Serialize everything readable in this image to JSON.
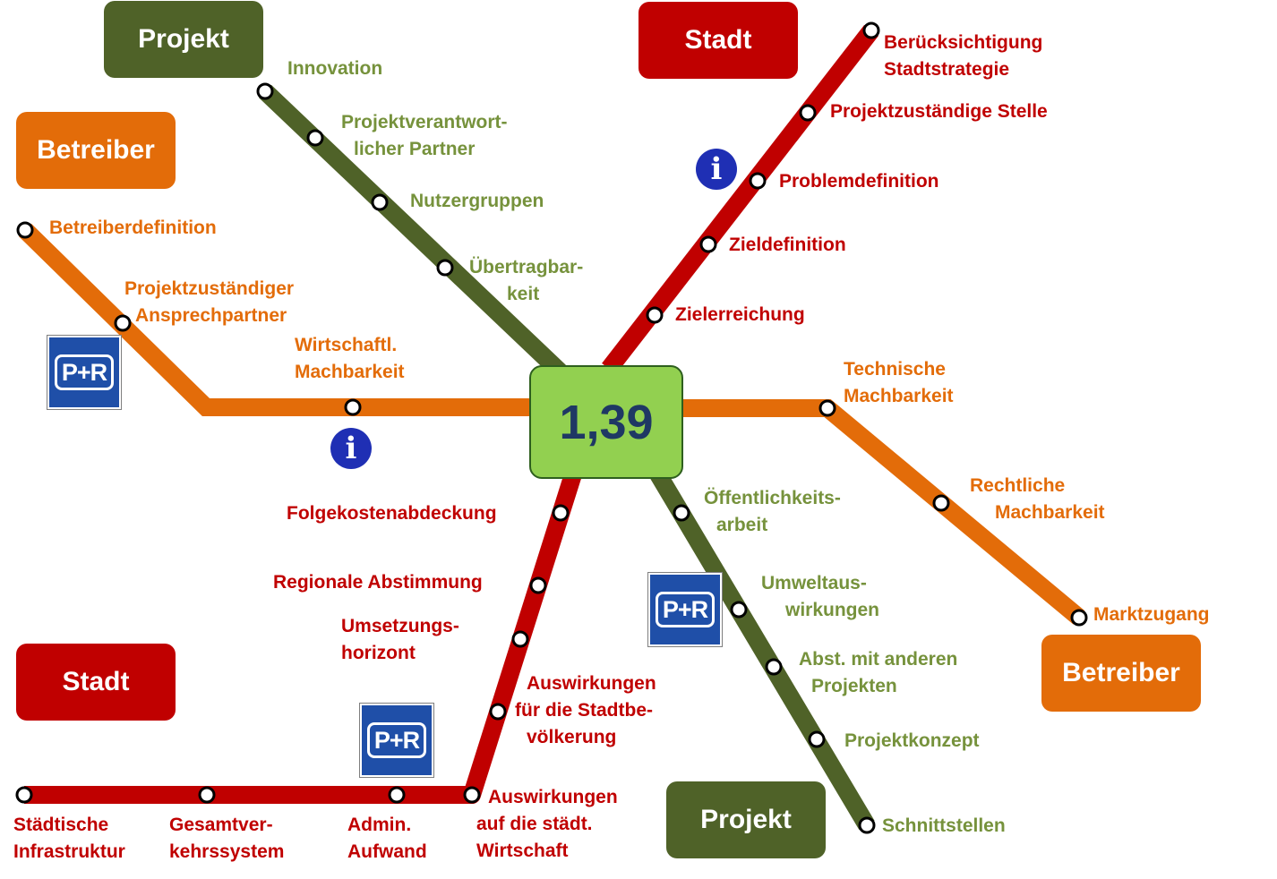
{
  "hub": {
    "value": "1,39"
  },
  "colors": {
    "red": "#c00000",
    "green": "#4f6228",
    "orange": "#e36c09",
    "hub": "#92d050",
    "info": "#1f2fb4",
    "pr": "#1f4fa8"
  },
  "terminals": {
    "projekt_top": "Projekt",
    "stadt_top": "Stadt",
    "betreiber_left": "Betreiber",
    "betreiber_right": "Betreiber",
    "stadt_bottom": "Stadt",
    "projekt_bottom": "Projekt"
  },
  "lines": {
    "projekt": {
      "color": "green",
      "stations": [
        {
          "lines": [
            "Innovation"
          ]
        },
        {
          "lines": [
            "Projektverantwort-",
            "licher Partner"
          ]
        },
        {
          "lines": [
            "Nutzergruppen"
          ]
        },
        {
          "lines": [
            "Übertragbar-",
            "keit"
          ]
        },
        {
          "lines": [
            "Öffentlichkeits-",
            "arbeit"
          ]
        },
        {
          "lines": [
            "Umweltaus-",
            "wirkungen"
          ]
        },
        {
          "lines": [
            "Abst. mit anderen",
            "Projekten"
          ]
        },
        {
          "lines": [
            "Projektkonzept"
          ]
        },
        {
          "lines": [
            "Schnittstellen"
          ]
        }
      ]
    },
    "stadt": {
      "color": "red",
      "stations": [
        {
          "lines": [
            "Berücksichtigung",
            "Stadtstrategie"
          ]
        },
        {
          "lines": [
            "Projektzuständige Stelle"
          ]
        },
        {
          "lines": [
            "Problemdefinition"
          ]
        },
        {
          "lines": [
            "Zieldefinition"
          ]
        },
        {
          "lines": [
            "Zielerreichung"
          ]
        },
        {
          "lines": [
            "Folgekostenabdeckung"
          ]
        },
        {
          "lines": [
            "Regionale Abstimmung"
          ]
        },
        {
          "lines": [
            "Umsetzungs-",
            "horizont"
          ]
        },
        {
          "lines": [
            "Auswirkungen",
            "für die Stadtbe-",
            "völkerung"
          ]
        },
        {
          "lines": [
            "Auswirkungen",
            "auf die städt.",
            "Wirtschaft"
          ]
        },
        {
          "lines": [
            "Admin.",
            "Aufwand"
          ]
        },
        {
          "lines": [
            "Gesamtver-",
            "kehrssystem"
          ]
        },
        {
          "lines": [
            "Städtische",
            "Infrastruktur"
          ]
        }
      ]
    },
    "betreiber": {
      "color": "orange",
      "stations": [
        {
          "lines": [
            "Betreiberdefinition"
          ]
        },
        {
          "lines": [
            "Projektzuständiger",
            "Ansprechpartner"
          ]
        },
        {
          "lines": [
            "Wirtschaftl.",
            "Machbarkeit"
          ]
        },
        {
          "lines": [
            "Technische",
            "Machbarkeit"
          ]
        },
        {
          "lines": [
            "Rechtliche",
            "Machbarkeit"
          ]
        },
        {
          "lines": [
            "Marktzugang"
          ]
        }
      ]
    }
  },
  "icons": {
    "info": {
      "glyph": "i",
      "name": "info-icon"
    },
    "park_ride": {
      "text": "P+R",
      "name": "park-and-ride-icon"
    }
  }
}
